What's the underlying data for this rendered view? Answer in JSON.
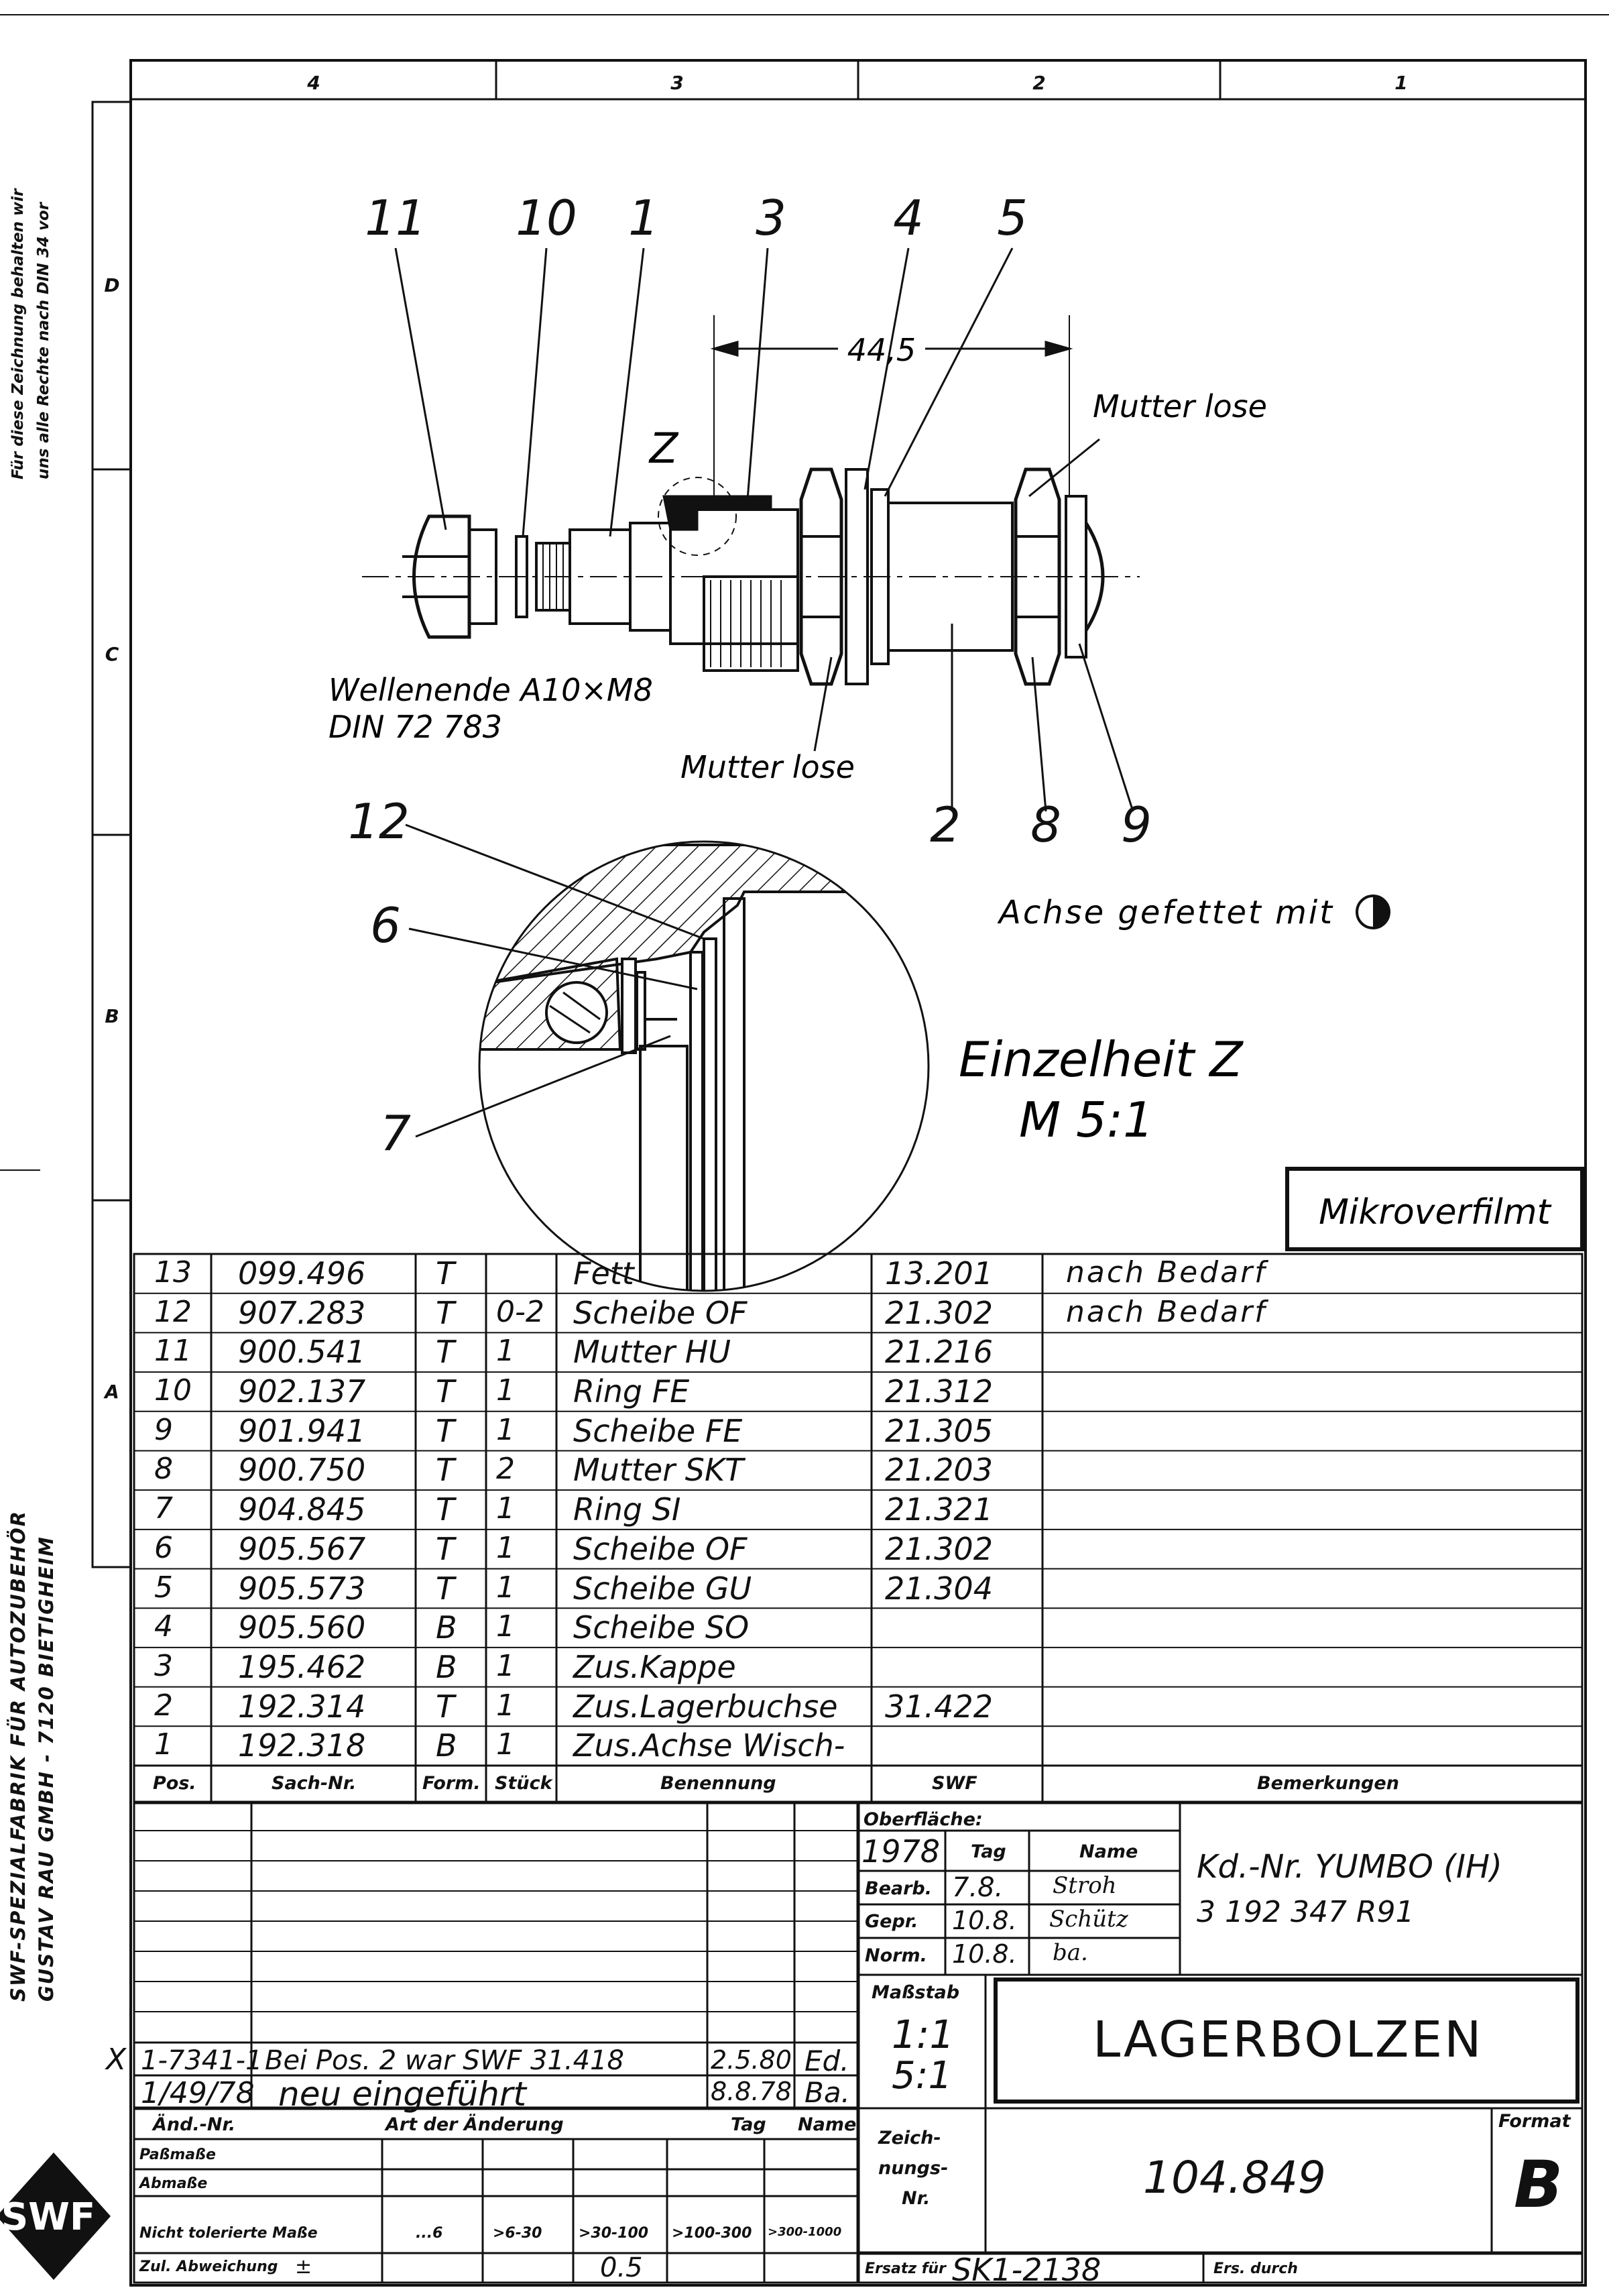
{
  "margin_notes": {
    "rights": [
      "Für diese Zeichnung behalten wir",
      "uns alle Rechte nach DIN 34 vor"
    ],
    "company": [
      "SWF-SPEZIALFABRIK FÜR AUTOZUBEHÖR",
      "GUSTAV RAU GMBH - 7120 BIETIGHEIM"
    ],
    "logo": "SWF"
  },
  "zones": {
    "columns": [
      "4",
      "3",
      "2",
      "1"
    ],
    "rows": [
      "D",
      "C",
      "B",
      "A"
    ]
  },
  "drawing": {
    "balloons": [
      "11",
      "10",
      "1",
      "3",
      "4",
      "5",
      "2",
      "8",
      "9",
      "12",
      "6",
      "7"
    ],
    "dimension": "44,5",
    "detail_marker": "Z",
    "note_mutter_lose_top": "Mutter lose",
    "note_mutter_lose_bottom": "Mutter lose",
    "note_wellenende": [
      "Wellenende A10×M8",
      "DIN 72 783"
    ],
    "note_achse": "Achse gefettet mit",
    "detail_title": "Einzelheit Z",
    "detail_scale": "M 5:1",
    "stamp": "Mikroverfilmt"
  },
  "parts_list": {
    "headers": {
      "pos": "Pos.",
      "sach": "Sach-Nr.",
      "form": "Form.",
      "stueck": "Stück",
      "benennung": "Benennung",
      "swf": "SWF",
      "bemerkungen": "Bemerkungen"
    },
    "rows": [
      {
        "pos": "13",
        "sach": "099.496",
        "form": "T",
        "stueck": "",
        "benennung": "Fett",
        "swf": "13.201",
        "bem": "nach  Bedarf"
      },
      {
        "pos": "12",
        "sach": "907.283",
        "form": "T",
        "stueck": "0-2",
        "benennung": "Scheibe OF",
        "swf": "21.302",
        "bem": "nach  Bedarf"
      },
      {
        "pos": "11",
        "sach": "900.541",
        "form": "T",
        "stueck": "1",
        "benennung": "Mutter HU",
        "swf": "21.216",
        "bem": ""
      },
      {
        "pos": "10",
        "sach": "902.137",
        "form": "T",
        "stueck": "1",
        "benennung": "Ring FE",
        "swf": "21.312",
        "bem": ""
      },
      {
        "pos": "9",
        "sach": "901.941",
        "form": "T",
        "stueck": "1",
        "benennung": "Scheibe FE",
        "swf": "21.305",
        "bem": ""
      },
      {
        "pos": "8",
        "sach": "900.750",
        "form": "T",
        "stueck": "2",
        "benennung": "Mutter SKT",
        "swf": "21.203",
        "bem": ""
      },
      {
        "pos": "7",
        "sach": "904.845",
        "form": "T",
        "stueck": "1",
        "benennung": "Ring  SI",
        "swf": "21.321",
        "bem": ""
      },
      {
        "pos": "6",
        "sach": "905.567",
        "form": "T",
        "stueck": "1",
        "benennung": "Scheibe OF",
        "swf": "21.302",
        "bem": ""
      },
      {
        "pos": "5",
        "sach": "905.573",
        "form": "T",
        "stueck": "1",
        "benennung": "Scheibe GU",
        "swf": "21.304",
        "bem": ""
      },
      {
        "pos": "4",
        "sach": "905.560",
        "form": "B",
        "stueck": "1",
        "benennung": "Scheibe SO",
        "swf": "",
        "bem": ""
      },
      {
        "pos": "3",
        "sach": "195.462",
        "form": "B",
        "stueck": "1",
        "benennung": "Zus.Kappe",
        "swf": "",
        "bem": ""
      },
      {
        "pos": "2",
        "sach": "192.314",
        "form": "T",
        "stueck": "1",
        "benennung": "Zus.Lagerbuchse",
        "swf": "31.422",
        "bem": ""
      },
      {
        "pos": "1",
        "sach": "192.318",
        "form": "B",
        "stueck": "1",
        "benennung": "Zus.Achse Wisch-",
        "swf": "",
        "bem": ""
      }
    ]
  },
  "title_block": {
    "oberflaeche": "Oberfläche:",
    "year": "1978",
    "tag_label": "Tag",
    "name_label": "Name",
    "bearb_label": "Bearb.",
    "bearb_tag": "7.8.",
    "bearb_name": "Stroh",
    "gepr_label": "Gepr.",
    "gepr_tag": "10.8.",
    "gepr_name": "Schütz",
    "norm_label": "Norm.",
    "norm_tag": "10.8.",
    "norm_name": "ba.",
    "customer": [
      "Kd.-Nr. YUMBO (IH)",
      "3 192 347 R91"
    ],
    "massstab_label": "Maßstab",
    "massstab": [
      "1:1",
      "5:1"
    ],
    "title": "LAGERBOLZEN",
    "zeich_label": [
      "Zeich-",
      "nungs-",
      "Nr."
    ],
    "drawing_no": "104.849",
    "format_label": "Format",
    "format": "B",
    "ersatz_label": "Ersatz für",
    "ersatz": "SK1-2138",
    "ers_durch_label": "Ers. durch"
  },
  "changes": {
    "marker": "X",
    "rows": [
      {
        "nr": "1-7341-1",
        "art": "Bei Pos. 2 war SWF 31.418",
        "tag": "2.5.80",
        "name": "Ed."
      },
      {
        "nr": "1/49/78",
        "art": "neu eingeführt",
        "tag": "8.8.78",
        "name": "Ba."
      }
    ],
    "headers": {
      "nr": "Änd.-Nr.",
      "art": "Art der Änderung",
      "tag": "Tag",
      "name": "Name"
    }
  },
  "tolerance": {
    "passmasse": "Paßmaße",
    "abmasse": "Abmaße",
    "nicht_tol": "Nicht tolerierte Maße",
    "zul_abw": "Zul. Abweichung",
    "pm": "±",
    "ranges": [
      "...6",
      ">6-30",
      ">30-100",
      ">100-300",
      ">300-1000"
    ],
    "value": "0.5"
  }
}
